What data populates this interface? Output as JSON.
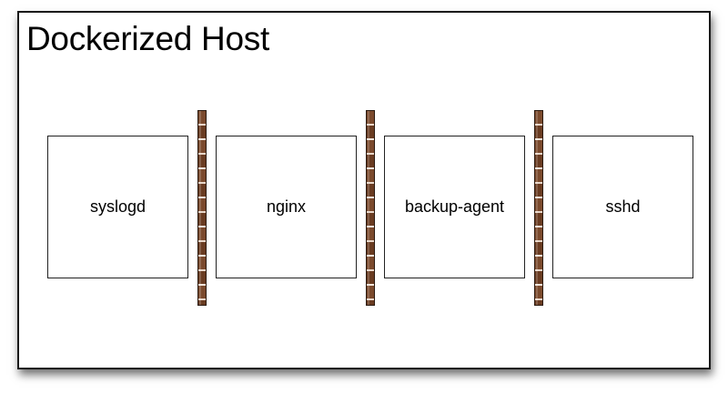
{
  "host": {
    "title": "Dockerized Host"
  },
  "containers": [
    {
      "label": "syslogd"
    },
    {
      "label": "nginx"
    },
    {
      "label": "backup-agent"
    },
    {
      "label": "sshd"
    }
  ],
  "colors": {
    "wall_brown": "#7b4a2d",
    "border": "#1a1a1a"
  }
}
